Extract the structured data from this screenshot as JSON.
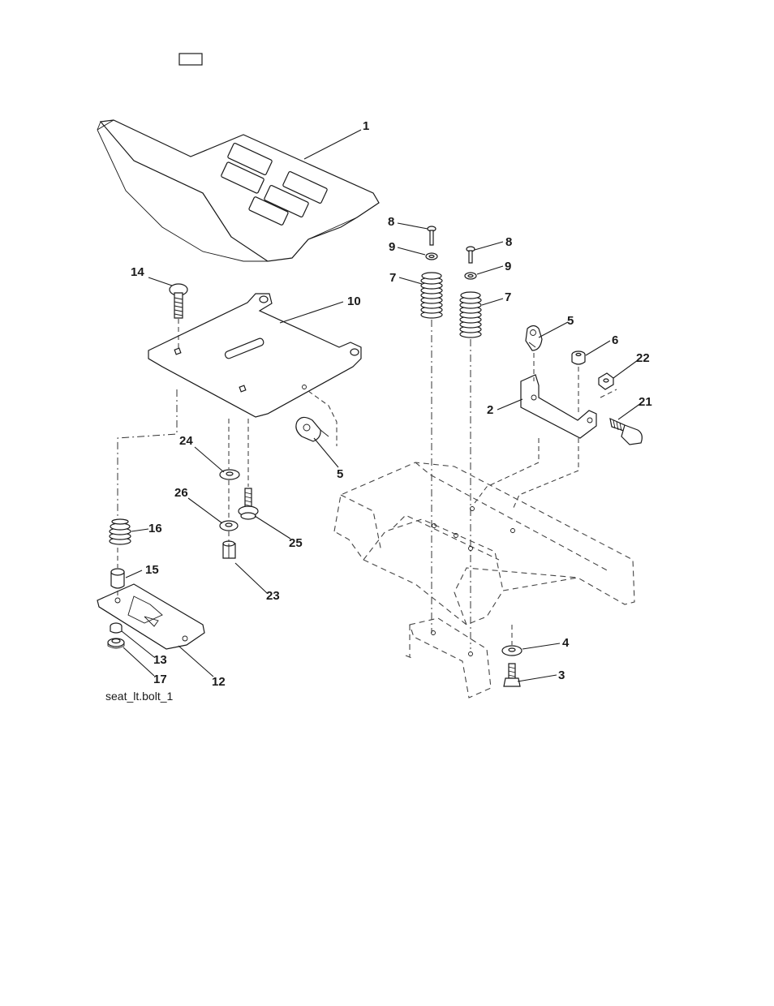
{
  "diagram": {
    "caption": "seat_lt.bolt_1",
    "labels": [
      {
        "id": "1",
        "text": "1"
      },
      {
        "id": "2",
        "text": "2"
      },
      {
        "id": "3",
        "text": "3"
      },
      {
        "id": "4",
        "text": "4"
      },
      {
        "id": "5a",
        "text": "5"
      },
      {
        "id": "5b",
        "text": "5"
      },
      {
        "id": "6",
        "text": "6"
      },
      {
        "id": "7a",
        "text": "7"
      },
      {
        "id": "7b",
        "text": "7"
      },
      {
        "id": "8a",
        "text": "8"
      },
      {
        "id": "8b",
        "text": "8"
      },
      {
        "id": "9a",
        "text": "9"
      },
      {
        "id": "9b",
        "text": "9"
      },
      {
        "id": "10",
        "text": "10"
      },
      {
        "id": "12",
        "text": "12"
      },
      {
        "id": "13",
        "text": "13"
      },
      {
        "id": "14",
        "text": "14"
      },
      {
        "id": "15",
        "text": "15"
      },
      {
        "id": "16",
        "text": "16"
      },
      {
        "id": "17",
        "text": "17"
      },
      {
        "id": "21",
        "text": "21"
      },
      {
        "id": "22",
        "text": "22"
      },
      {
        "id": "23",
        "text": "23"
      },
      {
        "id": "24",
        "text": "24"
      },
      {
        "id": "25",
        "text": "25"
      },
      {
        "id": "26",
        "text": "26"
      }
    ]
  }
}
